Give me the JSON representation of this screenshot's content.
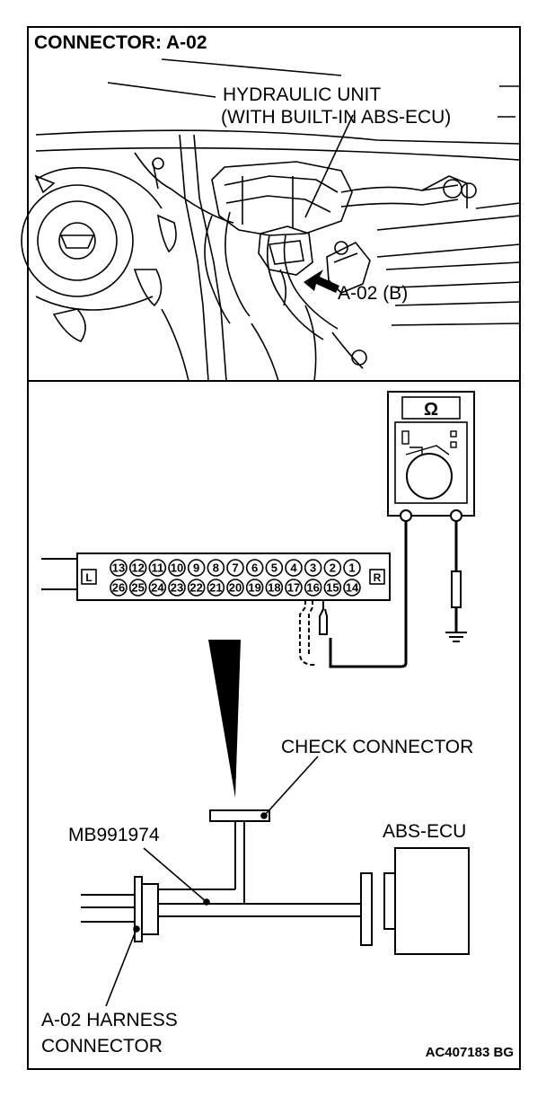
{
  "header": {
    "title": "CONNECTOR: A-02"
  },
  "engine_view": {
    "hydraulic_unit_line1": "HYDRAULIC UNIT",
    "hydraulic_unit_line2": "(WITH BUILT-IN ABS-ECU)",
    "connector_label": "A-02 (B)"
  },
  "meter": {
    "symbol": "Ω"
  },
  "check_connector": {
    "left_tag": "L",
    "right_tag": "R",
    "pins_top": [
      "13",
      "12",
      "11",
      "10",
      "9",
      "8",
      "7",
      "6",
      "5",
      "4",
      "3",
      "2",
      "1"
    ],
    "pins_bottom": [
      "26",
      "25",
      "24",
      "23",
      "22",
      "21",
      "20",
      "19",
      "18",
      "17",
      "16",
      "15",
      "14"
    ]
  },
  "harness_diagram": {
    "check_connector_label": "CHECK CONNECTOR",
    "adapter_label": "MB991974",
    "ecu_label": "ABS-ECU",
    "harness_connector_line1": "A-02 HARNESS",
    "harness_connector_line2": "CONNECTOR"
  },
  "footer": {
    "figure_code": "AC407183 BG"
  }
}
